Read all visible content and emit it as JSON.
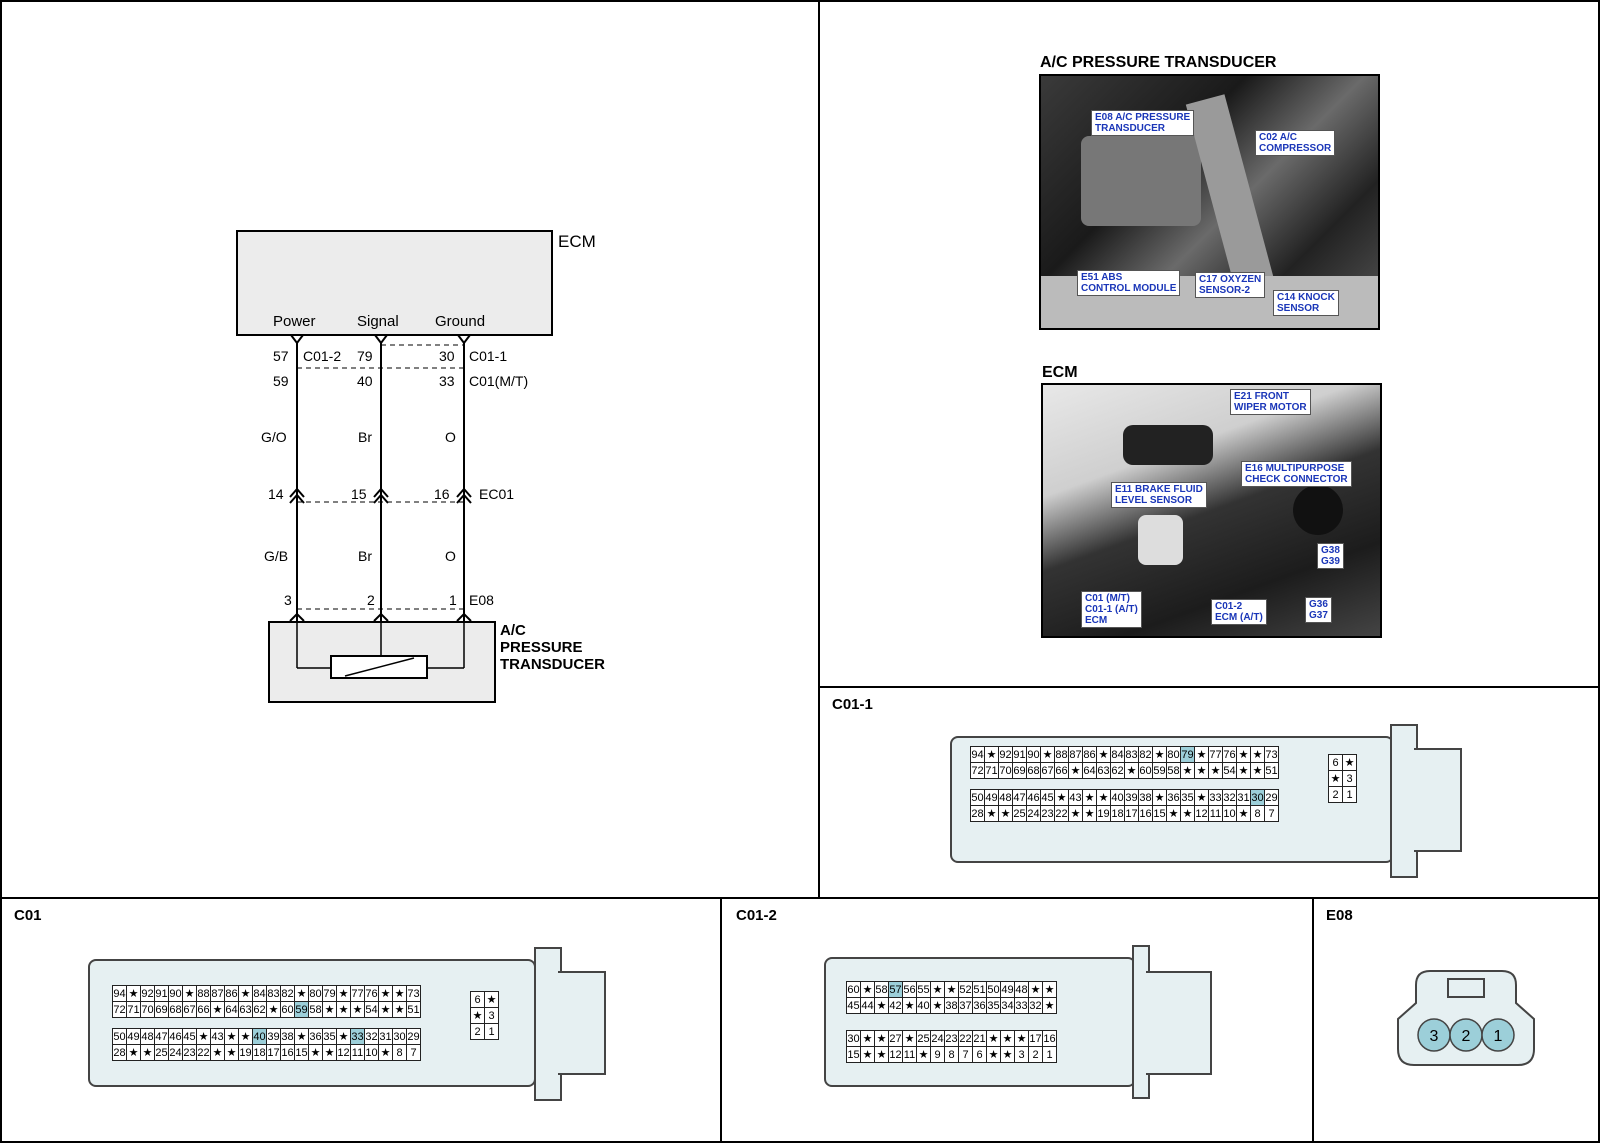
{
  "schematic": {
    "ecm_label": "ECM",
    "ecm_pins": [
      "Power",
      "Signal",
      "Ground"
    ],
    "row1": {
      "nums": [
        "57",
        "79",
        "30"
      ],
      "left_conn": "C01-2",
      "right_conn": "C01-1"
    },
    "row2": {
      "nums": [
        "59",
        "40",
        "33"
      ],
      "right_conn": "C01(M/T)"
    },
    "wire_colors_top": [
      "G/O",
      "Br",
      "O"
    ],
    "ec01": {
      "nums": [
        "14",
        "15",
        "16"
      ],
      "label": "EC01"
    },
    "wire_colors_bottom": [
      "G/B",
      "Br",
      "O"
    ],
    "e08": {
      "nums": [
        "3",
        "2",
        "1"
      ],
      "label": "E08"
    },
    "component_label": "A/C\nPRESSURE\nTRANSDUCER"
  },
  "photos": {
    "top": {
      "title": "A/C PRESSURE TRANSDUCER",
      "callouts": [
        "E08 A/C PRESSURE\nTRANSDUCER",
        "C02 A/C\nCOMPRESSOR",
        "E51 ABS\nCONTROL MODULE",
        "C17 OXYZEN\nSENSOR-2",
        "C14 KNOCK\nSENSOR"
      ]
    },
    "bottom": {
      "title": "ECM",
      "callouts": [
        "E21 FRONT\nWIPER MOTOR",
        "E16 MULTIPURPOSE\nCHECK CONNECTOR",
        "E11 BRAKE FLUID\nLEVEL SENSOR",
        "G38\nG39",
        "C01 (M/T)\nC01-1 (A/T)\nECM",
        "C01-2\nECM (A/T)",
        "G36\nG37"
      ]
    }
  },
  "connectors": {
    "c01_1": {
      "title": "C01-1",
      "rows": [
        [
          "94",
          "★",
          "92",
          "91",
          "90",
          "★",
          "88",
          "87",
          "86",
          "★",
          "84",
          "83",
          "82",
          "★",
          "80",
          "79",
          "★",
          "77",
          "76",
          "★",
          "★",
          "73"
        ],
        [
          "72",
          "71",
          "70",
          "69",
          "68",
          "67",
          "66",
          "★",
          "64",
          "63",
          "62",
          "★",
          "60",
          "59",
          "58",
          "★",
          "★",
          "★",
          "54",
          "★",
          "★",
          "51"
        ],
        [
          "50",
          "49",
          "48",
          "47",
          "46",
          "45",
          "★",
          "43",
          "★",
          "★",
          "40",
          "39",
          "38",
          "★",
          "36",
          "35",
          "★",
          "33",
          "32",
          "31",
          "30",
          "29"
        ],
        [
          "28",
          "★",
          "★",
          "25",
          "24",
          "23",
          "22",
          "★",
          "★",
          "19",
          "18",
          "17",
          "16",
          "15",
          "★",
          "★",
          "12",
          "11",
          "10",
          "★",
          "8",
          "7"
        ]
      ],
      "side": [
        [
          "6",
          "★"
        ],
        [
          "★",
          "3"
        ],
        [
          "2",
          "1"
        ]
      ],
      "highlight": [
        "79",
        "30"
      ]
    },
    "c01": {
      "title": "C01",
      "rows": [
        [
          "94",
          "★",
          "92",
          "91",
          "90",
          "★",
          "88",
          "87",
          "86",
          "★",
          "84",
          "83",
          "82",
          "★",
          "80",
          "79",
          "★",
          "77",
          "76",
          "★",
          "★",
          "73"
        ],
        [
          "72",
          "71",
          "70",
          "69",
          "68",
          "67",
          "66",
          "★",
          "64",
          "63",
          "62",
          "★",
          "60",
          "59",
          "58",
          "★",
          "★",
          "★",
          "54",
          "★",
          "★",
          "51"
        ],
        [
          "50",
          "49",
          "48",
          "47",
          "46",
          "45",
          "★",
          "43",
          "★",
          "★",
          "40",
          "39",
          "38",
          "★",
          "36",
          "35",
          "★",
          "33",
          "32",
          "31",
          "30",
          "29"
        ],
        [
          "28",
          "★",
          "★",
          "25",
          "24",
          "23",
          "22",
          "★",
          "★",
          "19",
          "18",
          "17",
          "16",
          "15",
          "★",
          "★",
          "12",
          "11",
          "10",
          "★",
          "8",
          "7"
        ]
      ],
      "side": [
        [
          "6",
          "★"
        ],
        [
          "★",
          "3"
        ],
        [
          "2",
          "1"
        ]
      ],
      "highlight": [
        "59",
        "40",
        "33"
      ]
    },
    "c01_2": {
      "title": "C01-2",
      "rows": [
        [
          "60",
          "★",
          "58",
          "57",
          "56",
          "55",
          "★",
          "★",
          "52",
          "51",
          "50",
          "49",
          "48",
          "★",
          "★"
        ],
        [
          "45",
          "44",
          "★",
          "42",
          "★",
          "40",
          "★",
          "38",
          "37",
          "36",
          "35",
          "34",
          "33",
          "32",
          "★"
        ],
        [
          "30",
          "★",
          "★",
          "27",
          "★",
          "25",
          "24",
          "23",
          "22",
          "21",
          "★",
          "★",
          "★",
          "17",
          "16"
        ],
        [
          "15",
          "★",
          "★",
          "12",
          "11",
          "★",
          "9",
          "8",
          "7",
          "6",
          "★",
          "★",
          "3",
          "2",
          "1"
        ]
      ],
      "highlight": [
        "57"
      ]
    },
    "e08": {
      "title": "E08",
      "pins": [
        "3",
        "2",
        "1"
      ]
    }
  }
}
